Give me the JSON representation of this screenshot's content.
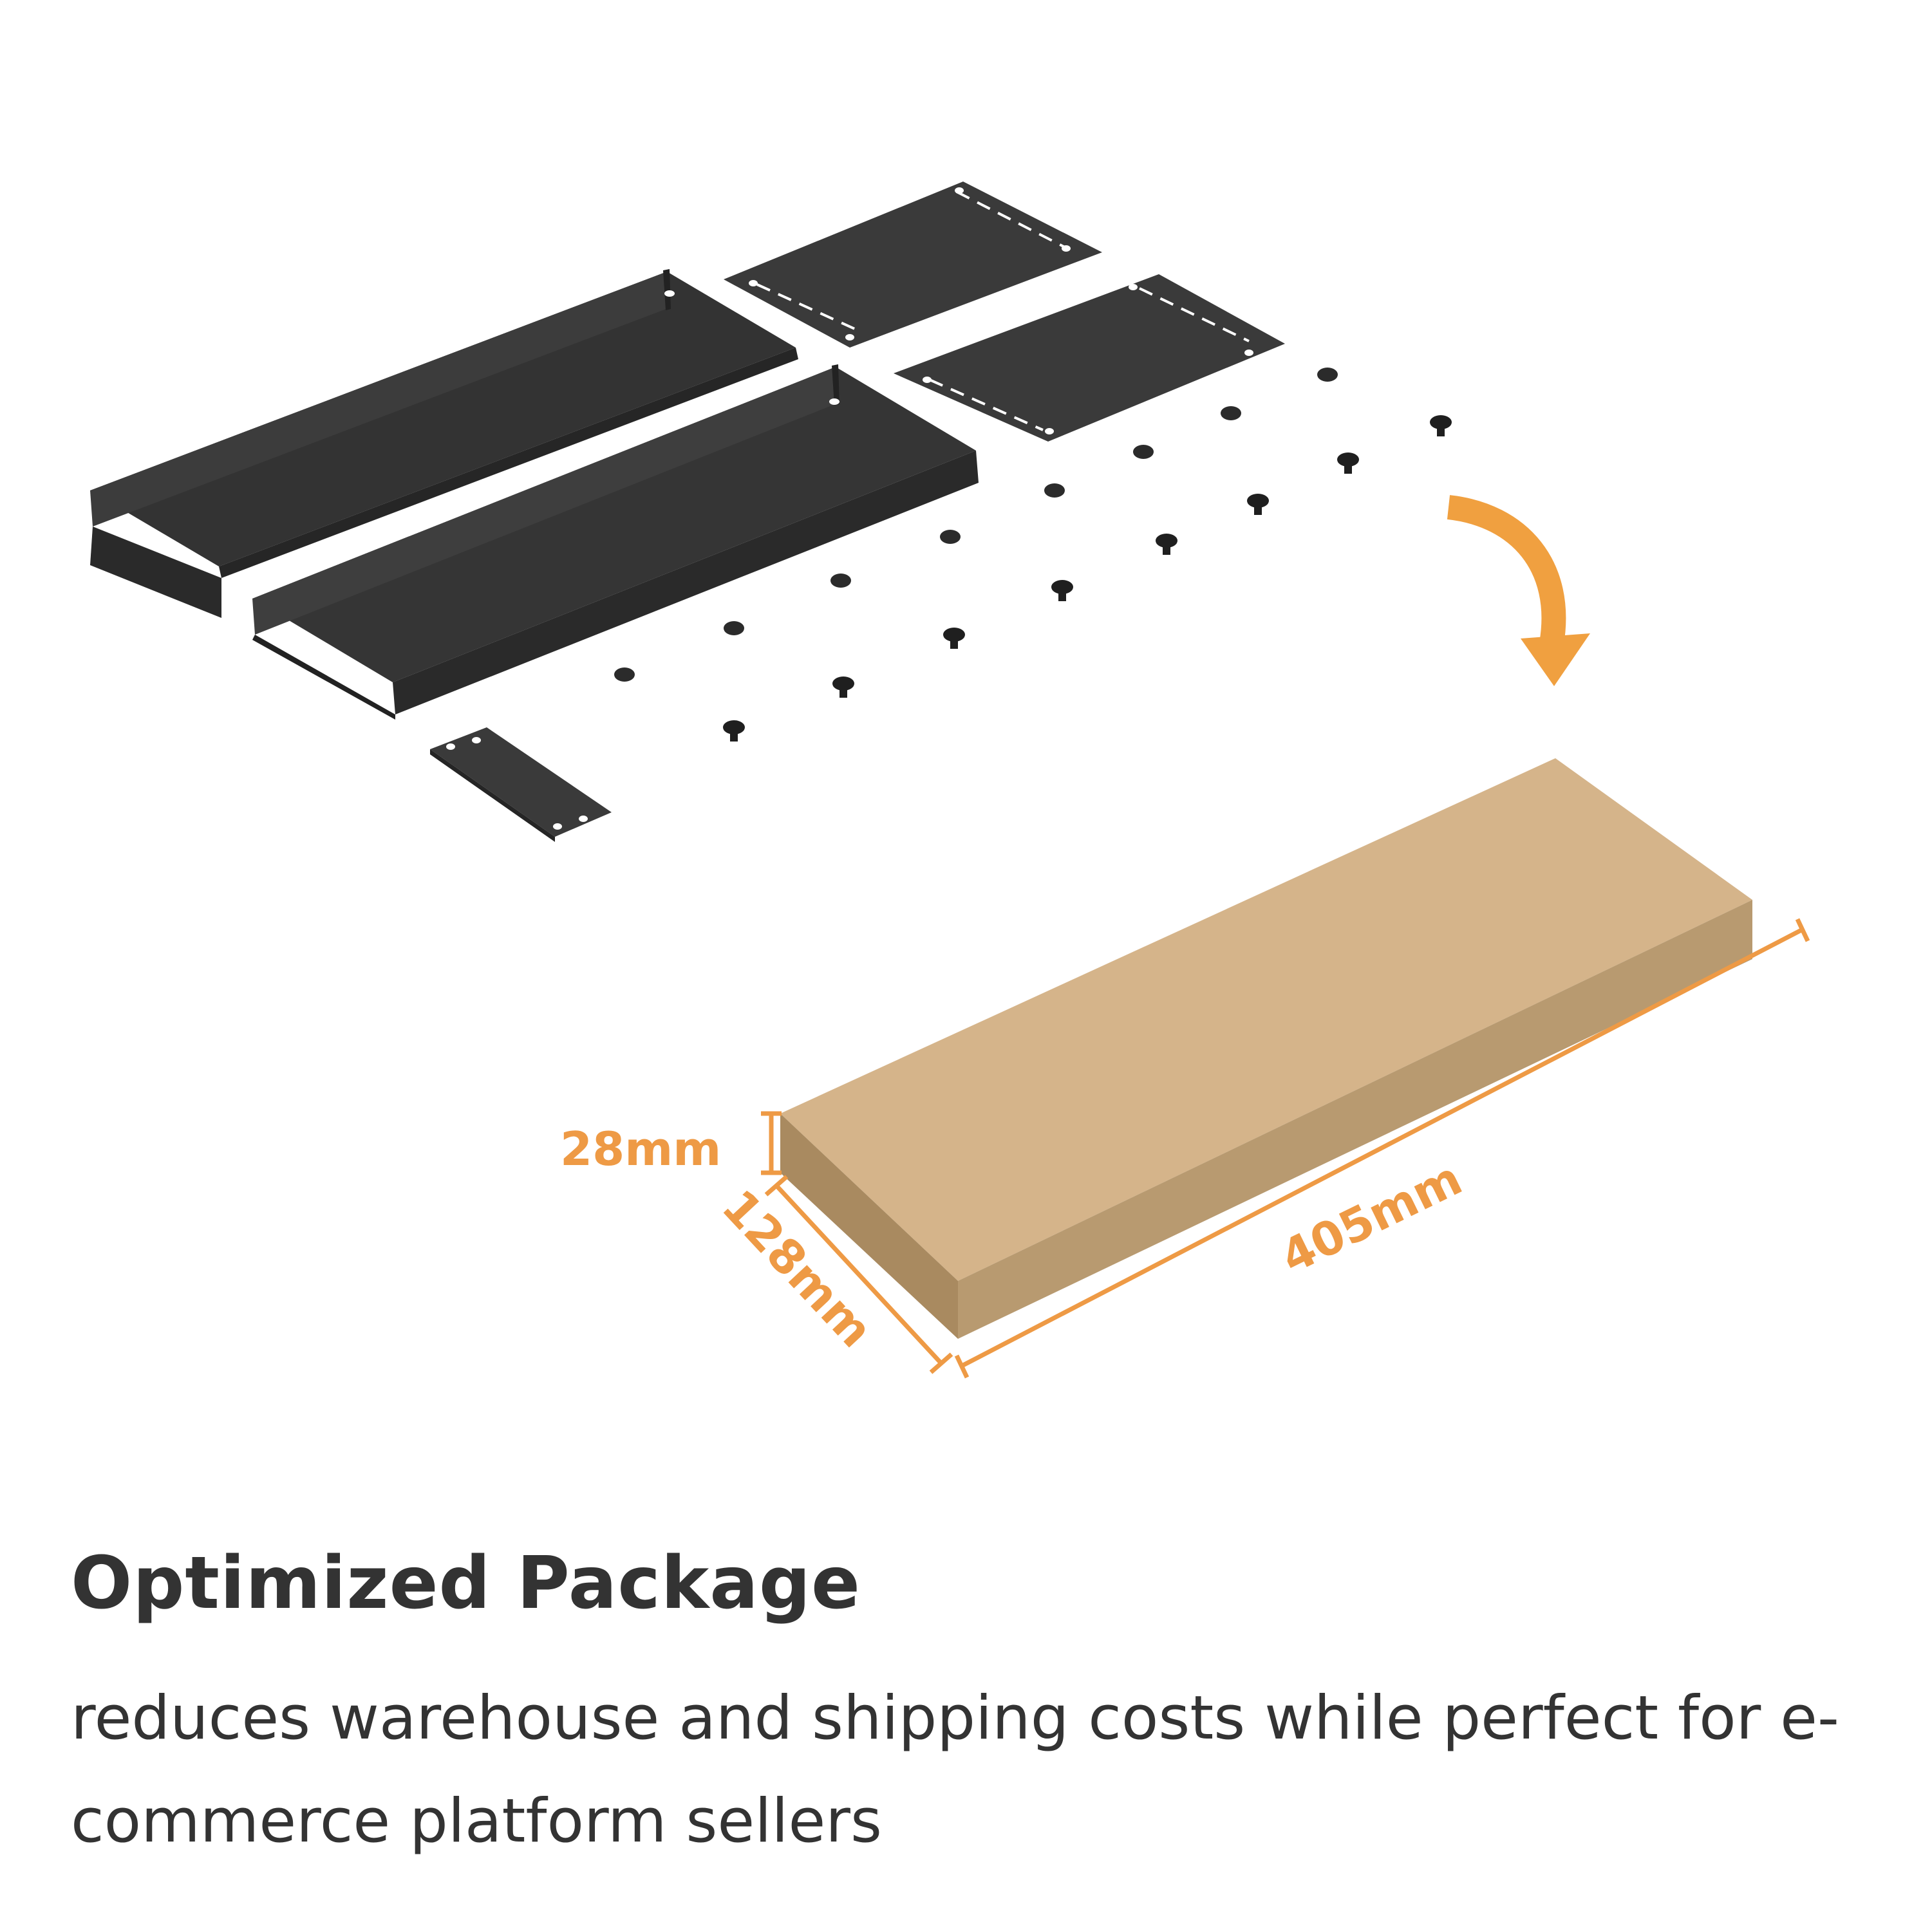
{
  "headline": "Optimized Package",
  "subtext": "reduces warehouse and shipping costs while perfect for e-commerce platform sellers",
  "dimensions": {
    "height": "28mm",
    "width": "128mm",
    "length": "405mm"
  },
  "colors": {
    "accent": "#EE9A45",
    "arrow": "#F0A040",
    "metal": "#3A3A3A",
    "cardboard": "#D3B389",
    "text": "#333333"
  },
  "icons": {
    "parts": "steel-shelf-parts",
    "arrow": "curved-arrow-icon",
    "box": "cardboard-box"
  }
}
